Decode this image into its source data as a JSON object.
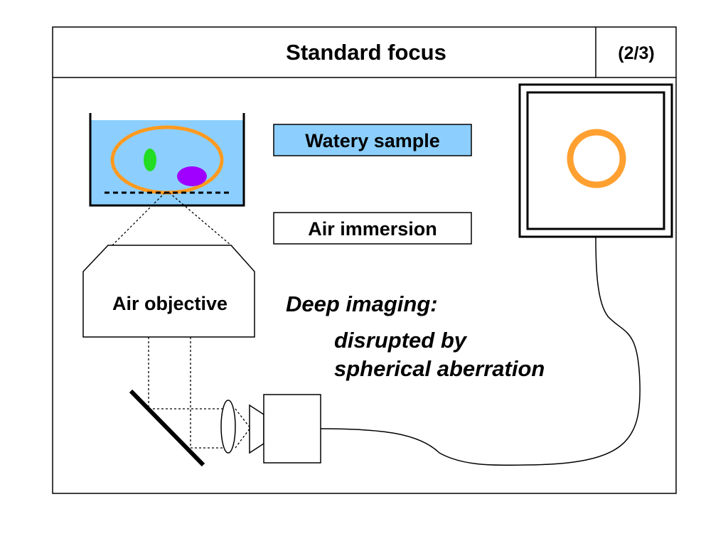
{
  "header": {
    "title": "Standard focus",
    "page_indicator": "(2/3)"
  },
  "labels": {
    "sample": "Watery sample",
    "immersion": "Air immersion",
    "objective": "Air objective"
  },
  "caption": {
    "line1": "Deep imaging:",
    "line2": "disrupted by",
    "line3": "spherical aberration"
  },
  "colors": {
    "water": "#8ccfff",
    "sample_outline": "#ff9a1f",
    "green_cell": "#22dd22",
    "purple_cell": "#a000ff",
    "detected_ring": "#ffa030"
  }
}
